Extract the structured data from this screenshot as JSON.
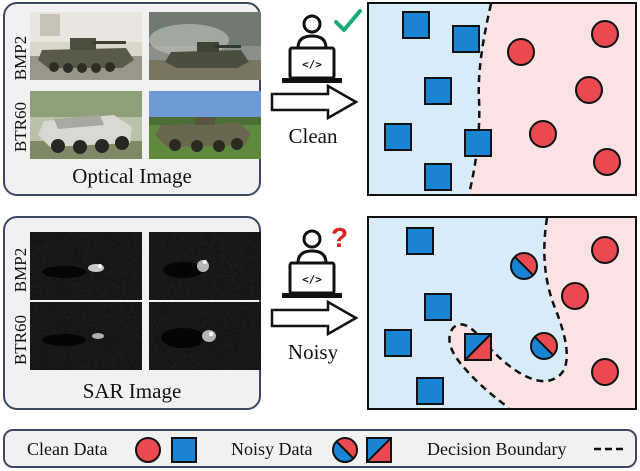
{
  "top_panel": {
    "title": "Optical Image",
    "row_labels": [
      "BMP2",
      "BTR60"
    ],
    "arrow_label": "Clean",
    "status_icon": "check-mark-icon",
    "status_color": "#1aaa7a"
  },
  "bottom_panel": {
    "title": "SAR Image",
    "row_labels": [
      "BMP2",
      "BTR60"
    ],
    "arrow_label": "Noisy",
    "status_icon": "question-mark-icon",
    "status_glyph": "?",
    "status_color": "#e02020"
  },
  "legend": {
    "clean_label": "Clean Data",
    "noisy_label": "Noisy Data",
    "boundary_label": "Decision Boundary"
  },
  "colors": {
    "blue_class": "#1a84d4",
    "red_class": "#ea4a4f",
    "blue_region": "#d7ecf8",
    "red_region": "#fbe3e4",
    "panel_border": "#3a4a66"
  }
}
